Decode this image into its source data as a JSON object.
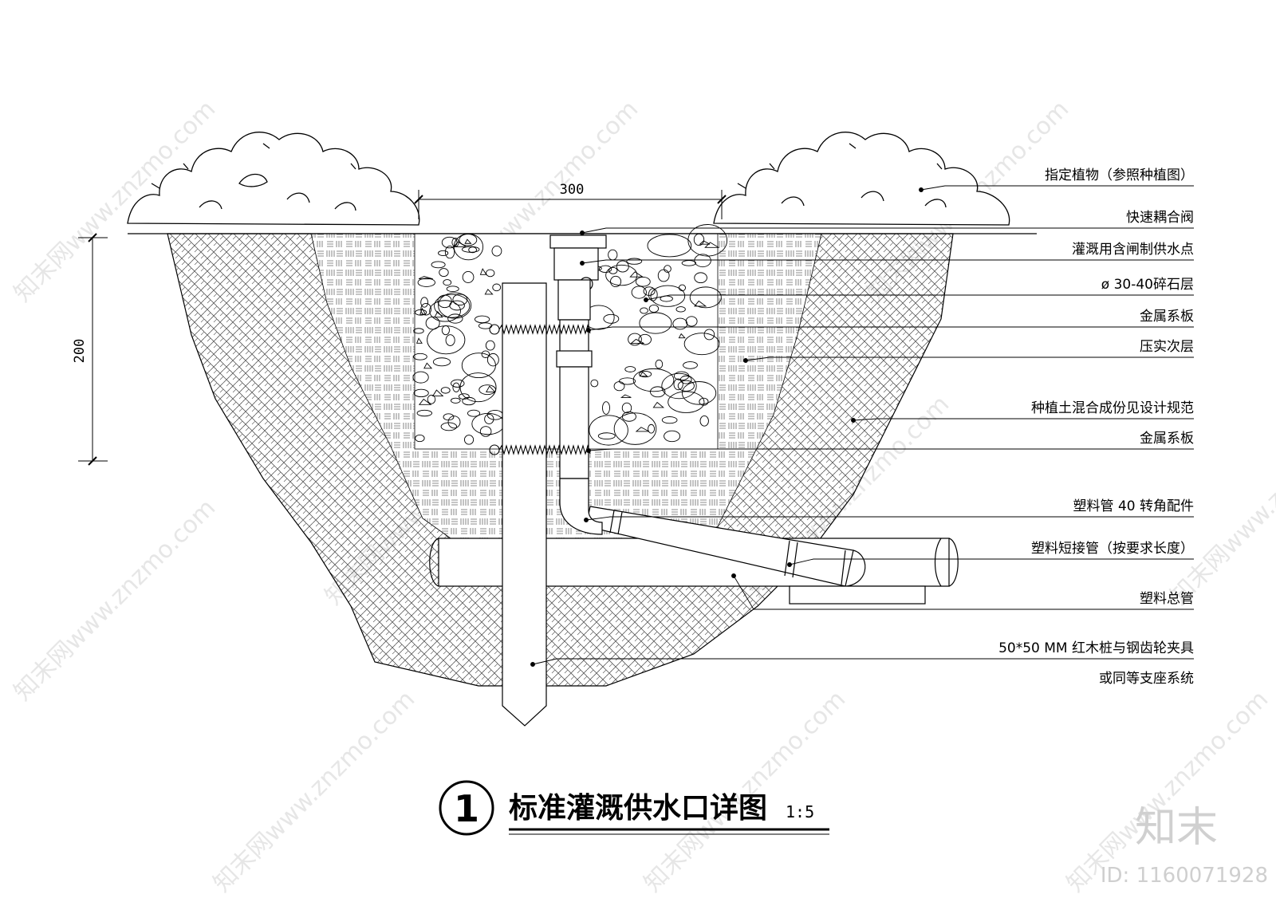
{
  "dimensions": {
    "width_label": "300",
    "height_label": "200"
  },
  "callouts": [
    {
      "id": "plant",
      "text": "指定植物（参照种植图）"
    },
    {
      "id": "coupler",
      "text": "快速耦合阀"
    },
    {
      "id": "supply",
      "text": "灌溉用含闸制供水点"
    },
    {
      "id": "gravel",
      "text": "ø 30-40碎石层"
    },
    {
      "id": "strap1",
      "text": "金属系板"
    },
    {
      "id": "compact",
      "text": "压实次层"
    },
    {
      "id": "soil",
      "text": "种植土混合成份见设计规范"
    },
    {
      "id": "strap2",
      "text": "金属系板"
    },
    {
      "id": "elbow",
      "text": "塑料管 40 转角配件"
    },
    {
      "id": "nipple",
      "text": "塑料短接管（按要求长度）"
    },
    {
      "id": "main",
      "text": "塑料总管"
    },
    {
      "id": "stake1",
      "text": "50*50 MM 红木桩与钢齿轮夹具"
    },
    {
      "id": "stake2",
      "text": "或同等支座系统"
    }
  ],
  "title": {
    "number": "1",
    "text": "标准灌溉供水口详图",
    "scale": "1:5"
  },
  "brand": {
    "logo": "知末",
    "id": "ID: 1160071928"
  },
  "watermark": "知末网www.znzmo.com"
}
